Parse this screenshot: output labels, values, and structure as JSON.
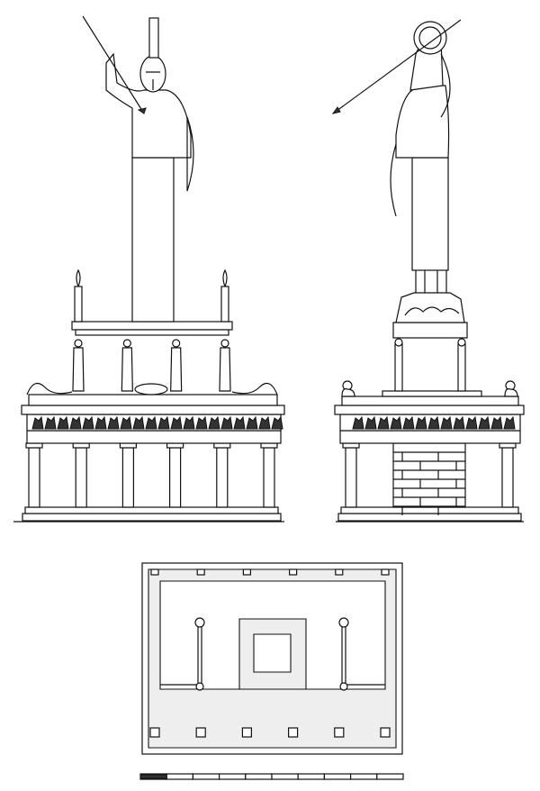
{
  "figure": {
    "front_elevation": {
      "columns": 6,
      "caryatids": 4,
      "candelabra": 2
    },
    "side_elevation": {
      "columns": 2,
      "caryatids": 2
    },
    "plan": {
      "front_piers": 6,
      "rear_piers": 6
    },
    "scale_bar": {
      "segments": 10
    }
  },
  "colors": {
    "line": "#111111",
    "background": "#ffffff",
    "stipple": "#eeeeee"
  }
}
